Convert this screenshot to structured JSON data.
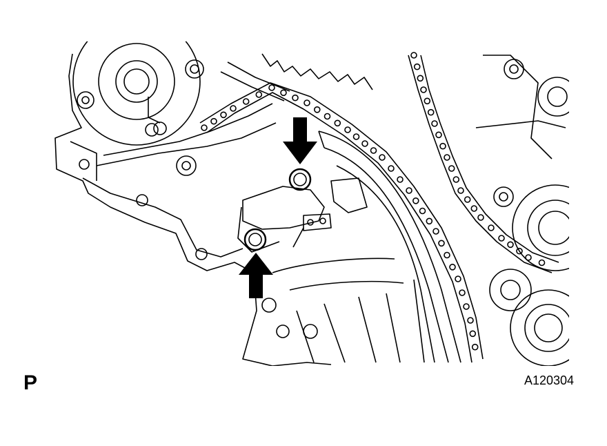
{
  "figure": {
    "view_label": "P",
    "illustration_id": "A120304"
  },
  "colors": {
    "line": "#000000",
    "background": "#ffffff"
  },
  "callouts": [
    {
      "name": "bolt-arrow-down",
      "direction": "down"
    },
    {
      "name": "bolt-arrow-up",
      "direction": "up"
    }
  ]
}
